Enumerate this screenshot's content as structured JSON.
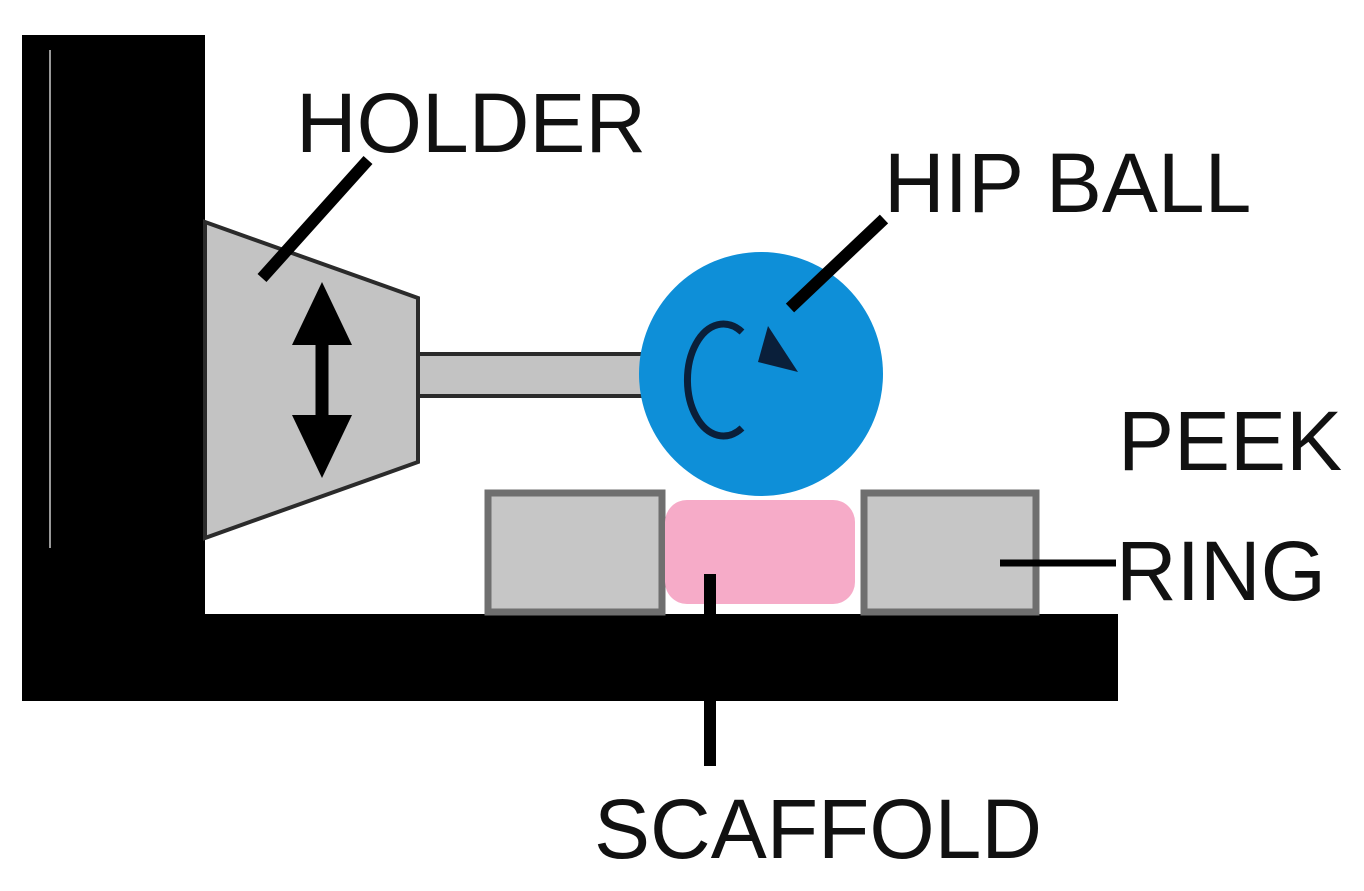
{
  "labels": {
    "holder": "HOLDER",
    "hip_ball": "HIP BALL",
    "peek_line1": "PEEK",
    "peek_line2": "RING",
    "scaffold": "SCAFFOLD"
  },
  "colors": {
    "frame": "#000000",
    "holder_fill": "#c3c3c3",
    "holder_stroke": "#2b2b2b",
    "hip_ball": "#0e8fd8",
    "peek_ring_fill": "#c6c6c6",
    "peek_ring_stroke": "#6f6f6f",
    "scaffold": "#f6abc8",
    "arrow": "#000000",
    "rotation_arrow": "#0a1f3a"
  },
  "icons": {
    "holder_motion": "vertical-double-arrow",
    "ball_motion": "rotation-arrow"
  }
}
